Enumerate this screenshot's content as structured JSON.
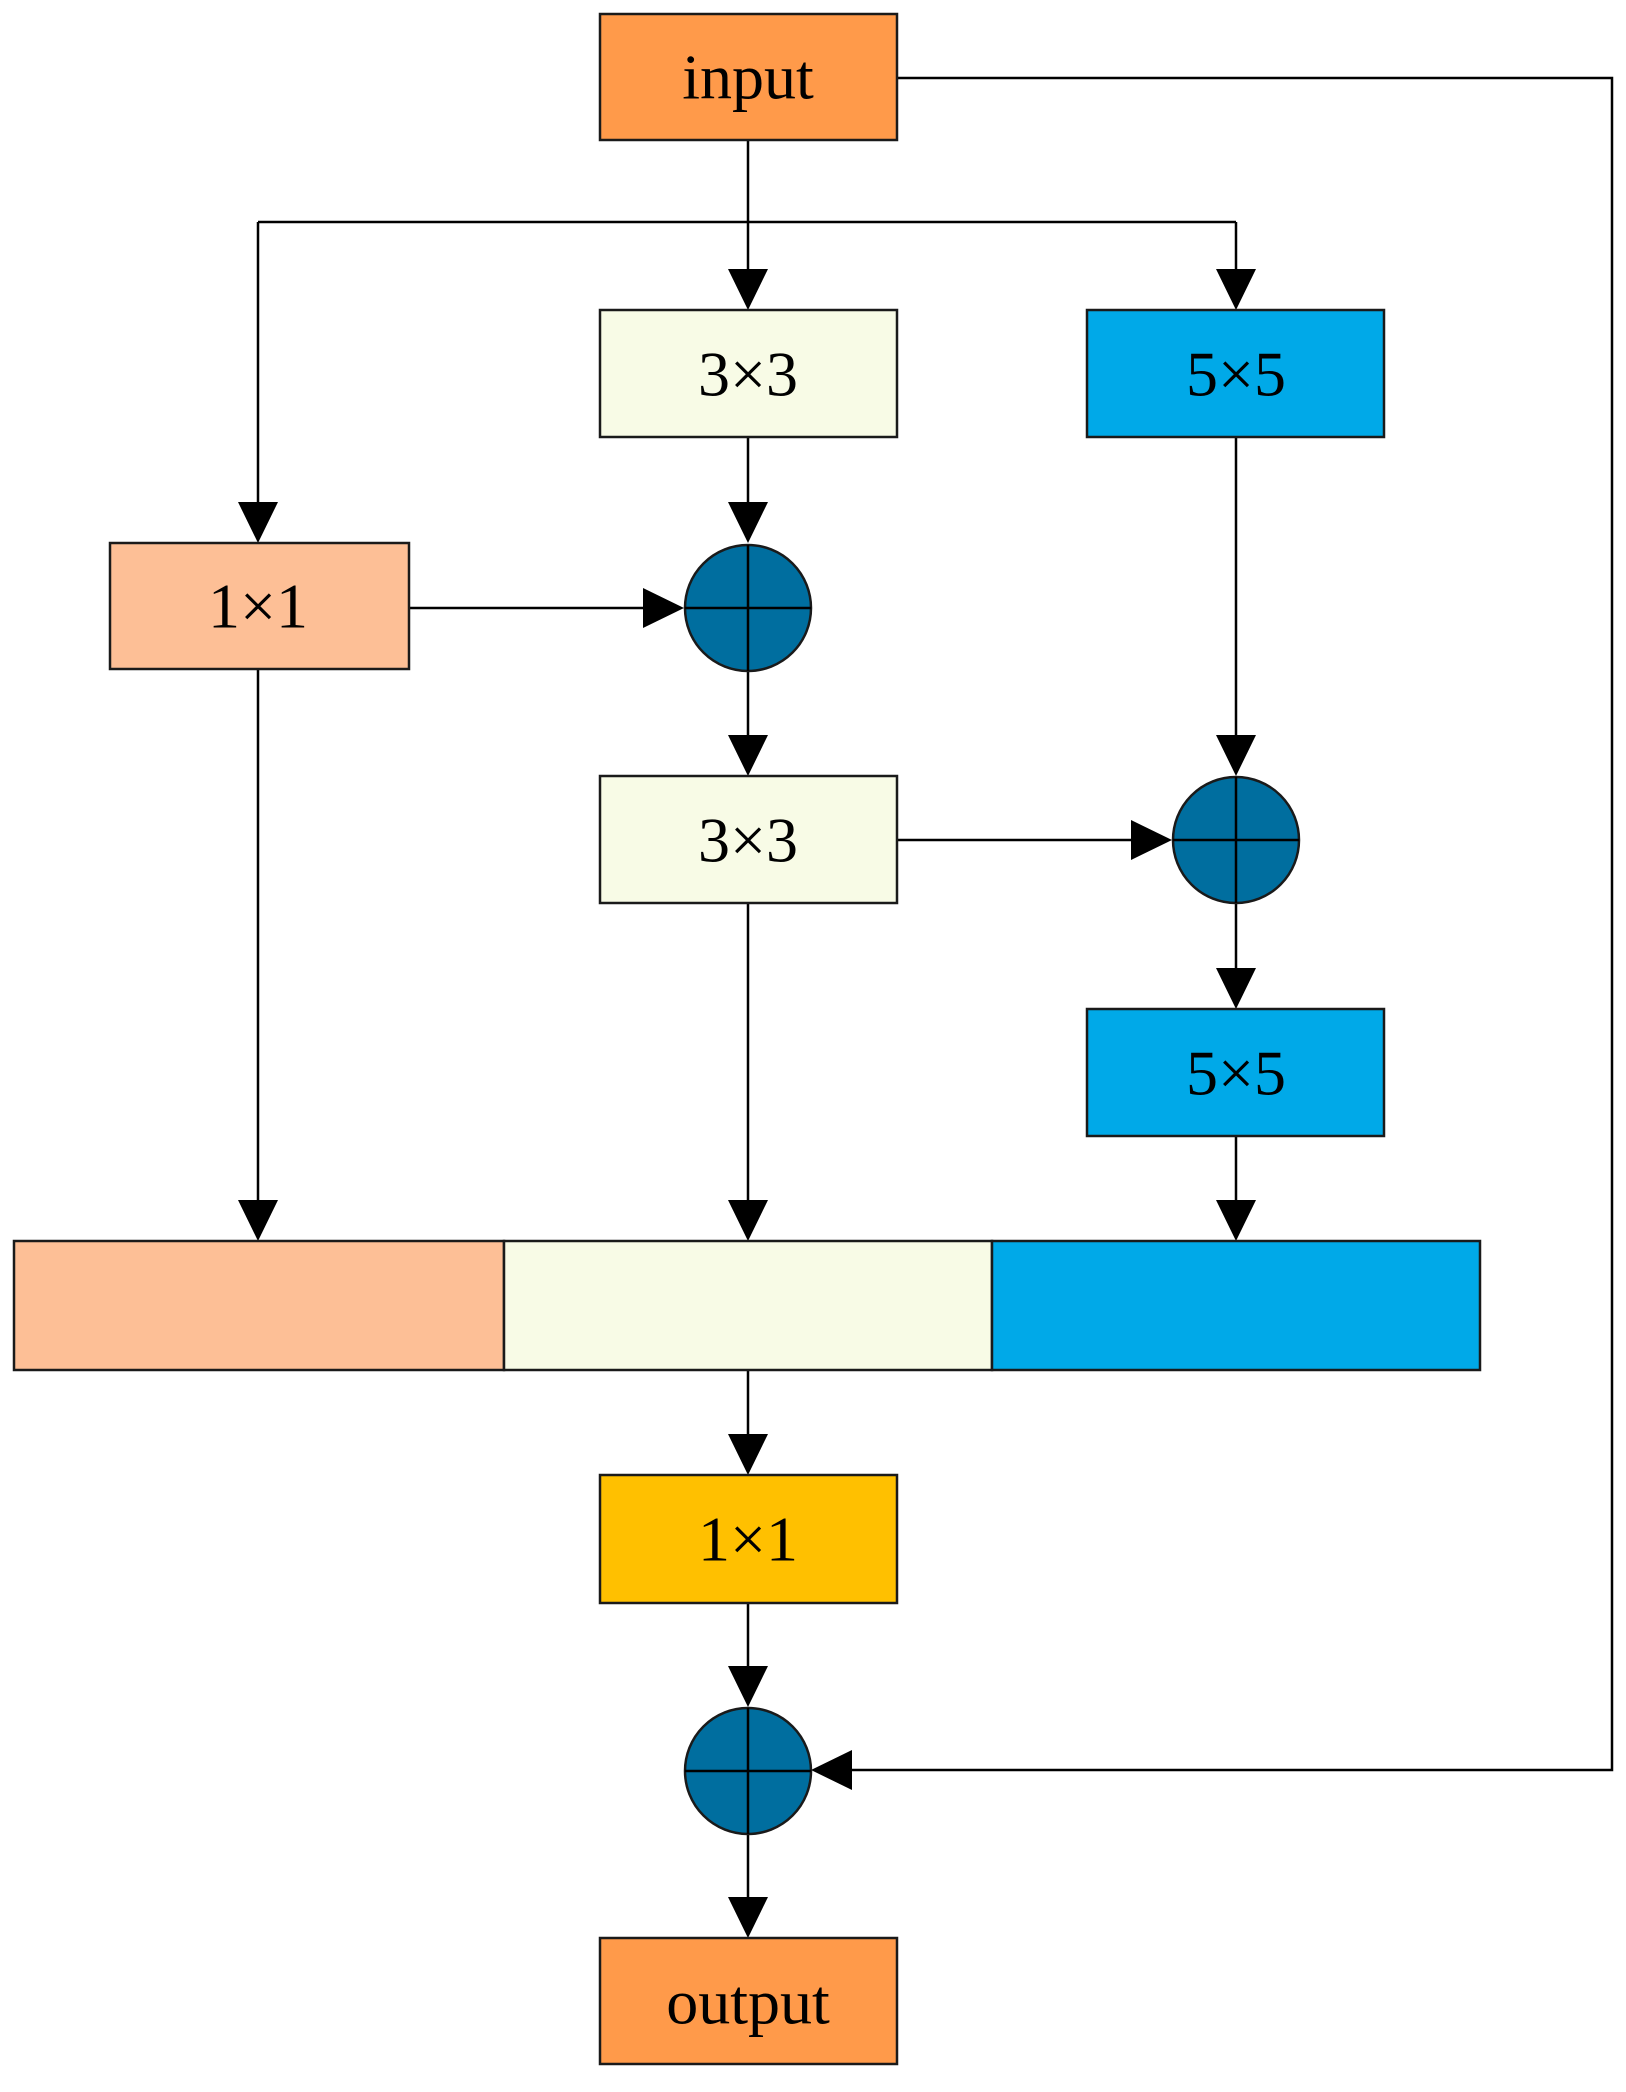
{
  "colors": {
    "io": "#ff9a4a",
    "conv1x1": "#fdbf96",
    "conv3x3": "#f8fbe6",
    "conv5x5": "#00a9e8",
    "fuse1x1": "#ffc000",
    "adder": "#006e9f"
  },
  "nodes": {
    "input": "input",
    "conv3x3_a": "3×3",
    "conv5x5_a": "5×5",
    "conv1x1_a": "1×1",
    "conv3x3_b": "3×3",
    "conv5x5_b": "5×5",
    "conv1x1_fuse": "1×1",
    "output": "output"
  },
  "icons": {
    "adder": "circled-plus-icon"
  }
}
